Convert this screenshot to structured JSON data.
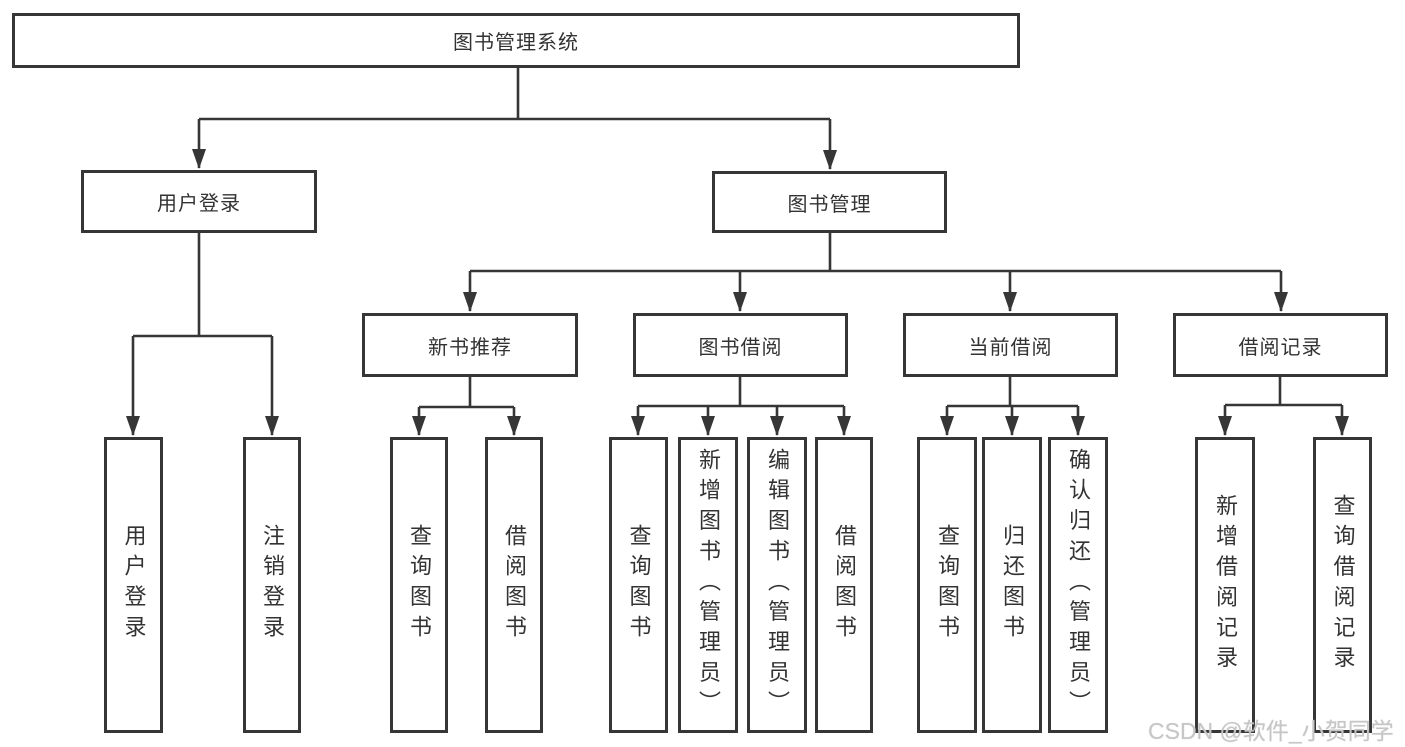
{
  "diagram": {
    "nodes": {
      "root": "图书管理系统",
      "user_login": "用户登录",
      "book_mgmt": "图书管理",
      "new_books": "新书推荐",
      "book_borrow": "图书借阅",
      "current_borrow": "当前借阅",
      "borrow_records": "借阅记录",
      "leaf_user_login": "用户登录",
      "leaf_logout": "注销登录",
      "nb_query_books": "查询图书",
      "nb_borrow_books": "借阅图书",
      "bb_query_books": "查询图书",
      "bb_add_books": "新增图书（管理员）",
      "bb_edit_books": "编辑图书（管理员）",
      "bb_borrow_books": "借阅图书",
      "cb_query_books": "查询图书",
      "cb_return_books": "归还图书",
      "cb_confirm_return": "确认归还（管理员）",
      "br_add_record": "新增借阅记录",
      "br_query_record": "查询借阅记录"
    },
    "edges": [
      [
        "root",
        "user_login"
      ],
      [
        "root",
        "book_mgmt"
      ],
      [
        "user_login",
        "leaf_user_login"
      ],
      [
        "user_login",
        "leaf_logout"
      ],
      [
        "book_mgmt",
        "new_books"
      ],
      [
        "book_mgmt",
        "book_borrow"
      ],
      [
        "book_mgmt",
        "current_borrow"
      ],
      [
        "book_mgmt",
        "borrow_records"
      ],
      [
        "new_books",
        "nb_query_books"
      ],
      [
        "new_books",
        "nb_borrow_books"
      ],
      [
        "book_borrow",
        "bb_query_books"
      ],
      [
        "book_borrow",
        "bb_add_books"
      ],
      [
        "book_borrow",
        "bb_edit_books"
      ],
      [
        "book_borrow",
        "bb_borrow_books"
      ],
      [
        "current_borrow",
        "cb_query_books"
      ],
      [
        "current_borrow",
        "cb_return_books"
      ],
      [
        "current_borrow",
        "cb_confirm_return"
      ],
      [
        "borrow_records",
        "br_add_record"
      ],
      [
        "borrow_records",
        "br_query_record"
      ]
    ],
    "watermark": "CSDN @软件_小贺同学"
  }
}
